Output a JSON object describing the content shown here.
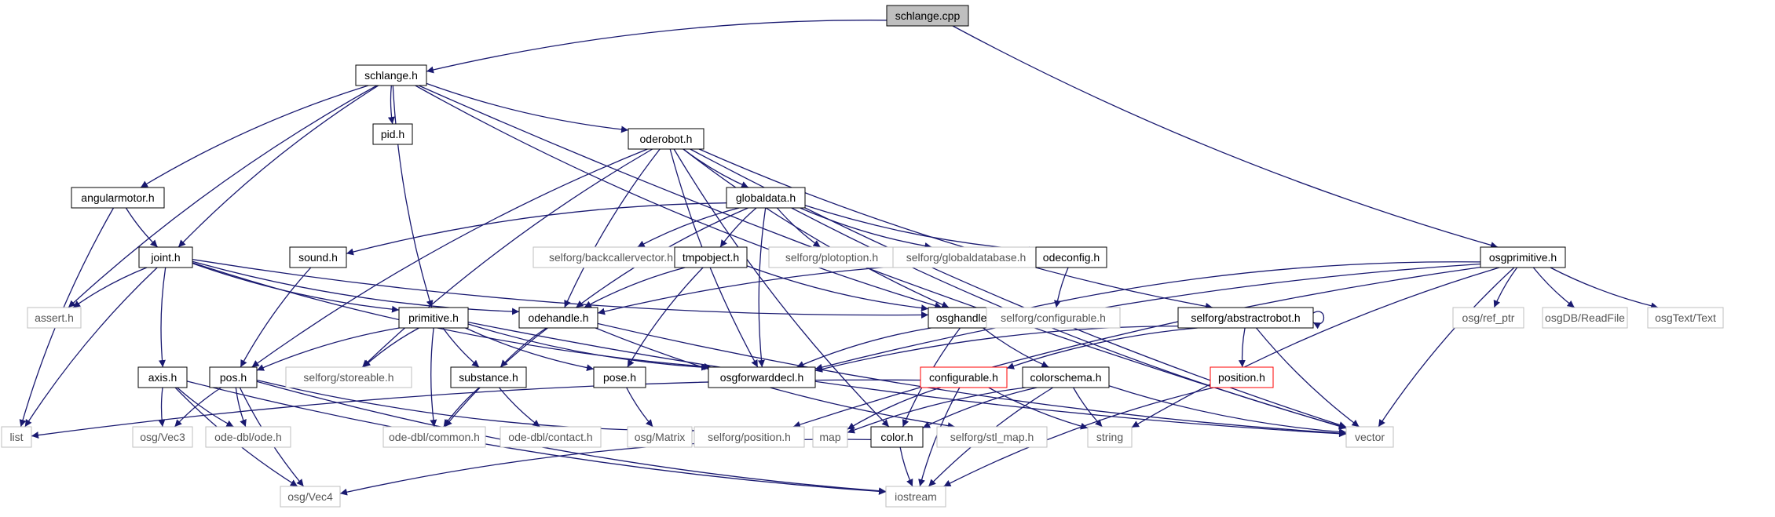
{
  "graph": {
    "root": "schlange.cpp",
    "colors": {
      "edge": "#191970",
      "node_border_default": "#000000",
      "node_border_missing": "#bfbfbf",
      "node_border_highlight": "#ff0000",
      "root_fill": "#bfbfbf",
      "text_default": "#000000",
      "text_missing": "#555555"
    },
    "nodes": [
      {
        "id": "schlange_cpp",
        "label": "schlange.cpp",
        "kind": "root"
      },
      {
        "id": "schlange_h",
        "label": "schlange.h",
        "kind": "normal"
      },
      {
        "id": "osgprimitive_h",
        "label": "osgprimitive.h",
        "kind": "normal"
      },
      {
        "id": "pid_h",
        "label": "pid.h",
        "kind": "normal"
      },
      {
        "id": "oderobot_h",
        "label": "oderobot.h",
        "kind": "normal"
      },
      {
        "id": "angularmotor_h",
        "label": "angularmotor.h",
        "kind": "normal"
      },
      {
        "id": "joint_h",
        "label": "joint.h",
        "kind": "normal"
      },
      {
        "id": "globaldata_h",
        "label": "globaldata.h",
        "kind": "normal"
      },
      {
        "id": "sound_h",
        "label": "sound.h",
        "kind": "normal"
      },
      {
        "id": "backcallervector_h",
        "label": "selforg/backcallervector.h",
        "kind": "missing"
      },
      {
        "id": "tmpobject_h",
        "label": "tmpobject.h",
        "kind": "normal"
      },
      {
        "id": "plotoption_h",
        "label": "selforg/plotoption.h",
        "kind": "missing"
      },
      {
        "id": "globaldatabase_h",
        "label": "selforg/globaldatabase.h",
        "kind": "missing"
      },
      {
        "id": "odeconfig_h",
        "label": "odeconfig.h",
        "kind": "normal"
      },
      {
        "id": "assert_h",
        "label": "assert.h",
        "kind": "missing"
      },
      {
        "id": "primitive_h",
        "label": "primitive.h",
        "kind": "normal"
      },
      {
        "id": "odehandle_h",
        "label": "odehandle.h",
        "kind": "normal"
      },
      {
        "id": "osghandle_h",
        "label": "osghandle.h",
        "kind": "normal"
      },
      {
        "id": "sel_configurable_h",
        "label": "selforg/configurable.h",
        "kind": "missing"
      },
      {
        "id": "abstractrobot_h",
        "label": "selforg/abstractrobot.h",
        "kind": "normal"
      },
      {
        "id": "osg_ref_ptr",
        "label": "osg/ref_ptr",
        "kind": "missing"
      },
      {
        "id": "osgdb_readfile",
        "label": "osgDB/ReadFile",
        "kind": "missing"
      },
      {
        "id": "osgtext_text",
        "label": "osgText/Text",
        "kind": "missing"
      },
      {
        "id": "axis_h",
        "label": "axis.h",
        "kind": "normal"
      },
      {
        "id": "pos_h",
        "label": "pos.h",
        "kind": "normal"
      },
      {
        "id": "storeable_h",
        "label": "selforg/storeable.h",
        "kind": "missing"
      },
      {
        "id": "substance_h",
        "label": "substance.h",
        "kind": "normal"
      },
      {
        "id": "pose_h",
        "label": "pose.h",
        "kind": "normal"
      },
      {
        "id": "osgforwarddecl_h",
        "label": "osgforwarddecl.h",
        "kind": "normal"
      },
      {
        "id": "configurable_h",
        "label": "configurable.h",
        "kind": "highlight"
      },
      {
        "id": "colorschema_h",
        "label": "colorschema.h",
        "kind": "normal"
      },
      {
        "id": "position_h",
        "label": "position.h",
        "kind": "highlight"
      },
      {
        "id": "list",
        "label": "list",
        "kind": "missing"
      },
      {
        "id": "osg_vec3",
        "label": "osg/Vec3",
        "kind": "missing"
      },
      {
        "id": "ode_dbl_ode_h",
        "label": "ode-dbl/ode.h",
        "kind": "missing"
      },
      {
        "id": "ode_dbl_common_h",
        "label": "ode-dbl/common.h",
        "kind": "missing"
      },
      {
        "id": "ode_dbl_contact_h",
        "label": "ode-dbl/contact.h",
        "kind": "missing"
      },
      {
        "id": "osg_matrix",
        "label": "osg/Matrix",
        "kind": "missing"
      },
      {
        "id": "sel_position_h",
        "label": "selforg/position.h",
        "kind": "missing"
      },
      {
        "id": "map",
        "label": "map",
        "kind": "missing"
      },
      {
        "id": "color_h",
        "label": "color.h",
        "kind": "normal"
      },
      {
        "id": "stl_map_h",
        "label": "selforg/stl_map.h",
        "kind": "missing"
      },
      {
        "id": "string",
        "label": "string",
        "kind": "missing"
      },
      {
        "id": "vector",
        "label": "vector",
        "kind": "missing"
      },
      {
        "id": "osg_vec4",
        "label": "osg/Vec4",
        "kind": "missing"
      },
      {
        "id": "iostream",
        "label": "iostream",
        "kind": "missing"
      }
    ],
    "edges": [
      [
        "schlange_cpp",
        "schlange_h"
      ],
      [
        "schlange_cpp",
        "osgprimitive_h"
      ],
      [
        "schlange_h",
        "pid_h"
      ],
      [
        "schlange_h",
        "oderobot_h"
      ],
      [
        "schlange_h",
        "angularmotor_h"
      ],
      [
        "schlange_h",
        "joint_h"
      ],
      [
        "schlange_h",
        "assert_h"
      ],
      [
        "schlange_h",
        "primitive_h"
      ],
      [
        "schlange_h",
        "vector"
      ],
      [
        "schlange_h",
        "osghandle_h"
      ],
      [
        "oderobot_h",
        "globaldata_h"
      ],
      [
        "oderobot_h",
        "odehandle_h"
      ],
      [
        "oderobot_h",
        "pos_h"
      ],
      [
        "oderobot_h",
        "storeable_h"
      ],
      [
        "oderobot_h",
        "abstractrobot_h"
      ],
      [
        "oderobot_h",
        "osghandle_h"
      ],
      [
        "oderobot_h",
        "osgforwarddecl_h"
      ],
      [
        "oderobot_h",
        "vector"
      ],
      [
        "oderobot_h",
        "color_h"
      ],
      [
        "angularmotor_h",
        "joint_h"
      ],
      [
        "angularmotor_h",
        "list"
      ],
      [
        "joint_h",
        "assert_h"
      ],
      [
        "joint_h",
        "axis_h"
      ],
      [
        "joint_h",
        "list"
      ],
      [
        "joint_h",
        "primitive_h"
      ],
      [
        "joint_h",
        "odehandle_h"
      ],
      [
        "joint_h",
        "osghandle_h"
      ],
      [
        "joint_h",
        "osgforwarddecl_h"
      ],
      [
        "globaldata_h",
        "sound_h"
      ],
      [
        "globaldata_h",
        "backcallervector_h"
      ],
      [
        "globaldata_h",
        "tmpobject_h"
      ],
      [
        "globaldata_h",
        "plotoption_h"
      ],
      [
        "globaldata_h",
        "globaldatabase_h"
      ],
      [
        "globaldata_h",
        "odeconfig_h"
      ],
      [
        "globaldata_h",
        "odehandle_h"
      ],
      [
        "globaldata_h",
        "vector"
      ],
      [
        "globaldata_h",
        "osgforwarddecl_h"
      ],
      [
        "sound_h",
        "pos_h"
      ],
      [
        "tmpobject_h",
        "odehandle_h"
      ],
      [
        "tmpobject_h",
        "osghandle_h"
      ],
      [
        "tmpobject_h",
        "pose_h"
      ],
      [
        "odeconfig_h",
        "sel_configurable_h"
      ],
      [
        "odeconfig_h",
        "odehandle_h"
      ],
      [
        "osgprimitive_h",
        "osghandle_h"
      ],
      [
        "osgprimitive_h",
        "osgforwarddecl_h"
      ],
      [
        "osgprimitive_h",
        "osg_ref_ptr"
      ],
      [
        "osgprimitive_h",
        "osgdb_readfile"
      ],
      [
        "osgprimitive_h",
        "osgtext_text"
      ],
      [
        "osgprimitive_h",
        "vector"
      ],
      [
        "osgprimitive_h",
        "string"
      ],
      [
        "osgprimitive_h",
        "sel_position_h"
      ],
      [
        "primitive_h",
        "pos_h"
      ],
      [
        "primitive_h",
        "storeable_h"
      ],
      [
        "primitive_h",
        "substance_h"
      ],
      [
        "primitive_h",
        "pose_h"
      ],
      [
        "primitive_h",
        "osgforwarddecl_h"
      ],
      [
        "primitive_h",
        "ode_dbl_common_h"
      ],
      [
        "primitive_h",
        "vector"
      ],
      [
        "odehandle_h",
        "substance_h"
      ],
      [
        "odehandle_h",
        "ode_dbl_common_h"
      ],
      [
        "odehandle_h",
        "vector"
      ],
      [
        "odehandle_h",
        "stl_map_h"
      ],
      [
        "osghandle_h",
        "osgforwarddecl_h"
      ],
      [
        "osghandle_h",
        "color_h"
      ],
      [
        "osghandle_h",
        "colorschema_h"
      ],
      [
        "abstractrobot_h",
        "abstractrobot_h"
      ],
      [
        "abstractrobot_h",
        "configurable_h"
      ],
      [
        "abstractrobot_h",
        "position_h"
      ],
      [
        "abstractrobot_h",
        "osgforwarddecl_h"
      ],
      [
        "abstractrobot_h",
        "vector"
      ],
      [
        "axis_h",
        "osg_vec3"
      ],
      [
        "axis_h",
        "ode_dbl_ode_h"
      ],
      [
        "axis_h",
        "osg_vec4"
      ],
      [
        "axis_h",
        "iostream"
      ],
      [
        "pos_h",
        "osg_vec3"
      ],
      [
        "pos_h",
        "ode_dbl_ode_h"
      ],
      [
        "pos_h",
        "osg_vec4"
      ],
      [
        "pos_h",
        "iostream"
      ],
      [
        "pos_h",
        "sel_position_h"
      ],
      [
        "substance_h",
        "ode_dbl_common_h"
      ],
      [
        "substance_h",
        "ode_dbl_contact_h"
      ],
      [
        "pose_h",
        "osg_matrix"
      ],
      [
        "configurable_h",
        "list"
      ],
      [
        "configurable_h",
        "map"
      ],
      [
        "configurable_h",
        "string"
      ],
      [
        "configurable_h",
        "iostream"
      ],
      [
        "colorschema_h",
        "color_h"
      ],
      [
        "colorschema_h",
        "map"
      ],
      [
        "colorschema_h",
        "string"
      ],
      [
        "colorschema_h",
        "vector"
      ],
      [
        "colorschema_h",
        "iostream"
      ],
      [
        "position_h",
        "iostream"
      ],
      [
        "color_h",
        "osg_vec4"
      ],
      [
        "color_h",
        "iostream"
      ]
    ]
  }
}
